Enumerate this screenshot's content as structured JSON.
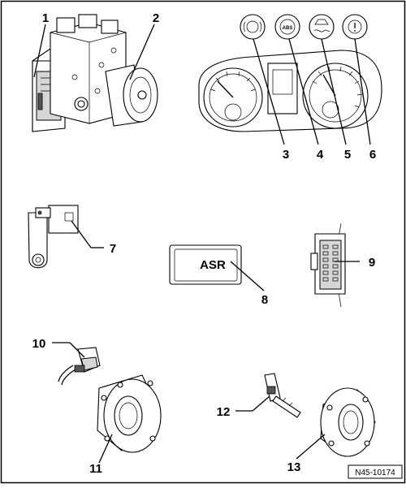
{
  "labels": {
    "l1": "1",
    "l2": "2",
    "l3": "3",
    "l4": "4",
    "l5": "5",
    "l6": "6",
    "l7": "7",
    "l8": "8",
    "l9": "9",
    "l10": "10",
    "l11": "11",
    "l12": "12",
    "l13": "13"
  },
  "asr_label": "ASR",
  "reference_code": "N45-10174",
  "warning_lamps": {
    "abs": "ABS"
  }
}
